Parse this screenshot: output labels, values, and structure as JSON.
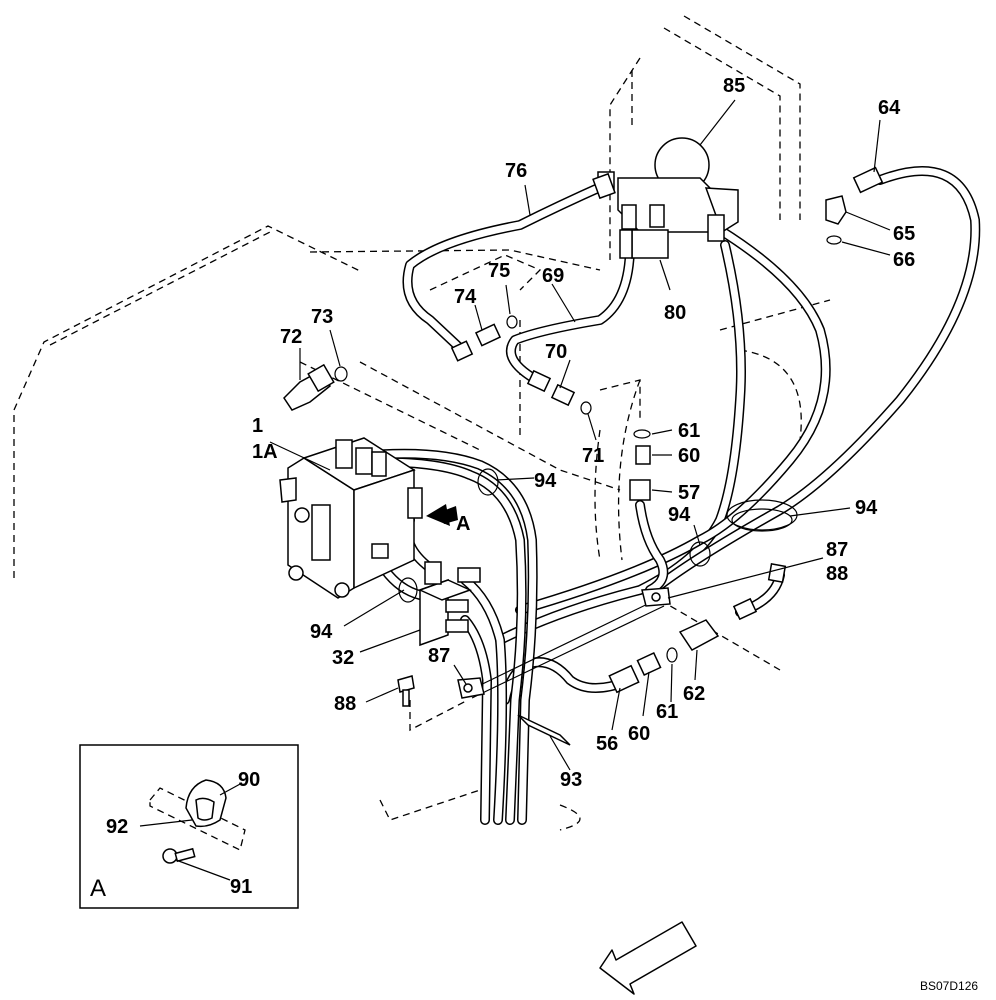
{
  "callouts": {
    "c1": "1",
    "c1a": "1A",
    "c32": "32",
    "c56": "56",
    "c57": "57",
    "c60a": "60",
    "c60b": "60",
    "c61a": "61",
    "c61b": "61",
    "c62": "62",
    "c64": "64",
    "c65": "65",
    "c66": "66",
    "c69": "69",
    "c70": "70",
    "c71": "71",
    "c72": "72",
    "c73": "73",
    "c74": "74",
    "c75": "75",
    "c76": "76",
    "c80": "80",
    "c85": "85",
    "c87a": "87",
    "c87b": "87",
    "c88a": "88",
    "c88b": "88",
    "c90": "90",
    "c91": "91",
    "c92": "92",
    "c93": "93",
    "c94a": "94",
    "c94b": "94",
    "c94c": "94",
    "c94d": "94",
    "arrow_a": "A"
  },
  "inset": {
    "label": "A"
  },
  "reference_code": "BS07D126"
}
